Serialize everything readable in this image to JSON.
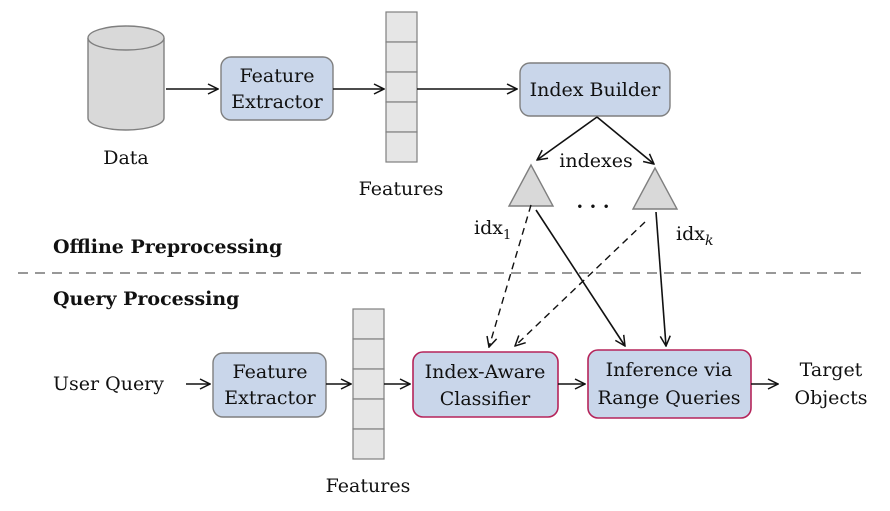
{
  "sections": {
    "offline": "Offline Preprocessing",
    "query": "Query Processing"
  },
  "offline": {
    "data_label": "Data",
    "feature_extractor": [
      "Feature",
      "Extractor"
    ],
    "features_label": "Features",
    "index_builder": "Index Builder",
    "indexes_label": "indexes",
    "ellipsis": "· · ·",
    "idx1": {
      "base": "idx",
      "sub": "1"
    },
    "idxk": {
      "base": "idx",
      "sub": "k"
    }
  },
  "query": {
    "user_query": "User Query",
    "feature_extractor": [
      "Feature",
      "Extractor"
    ],
    "features_label": "Features",
    "index_aware_classifier": [
      "Index-Aware",
      "Classifier"
    ],
    "inference": [
      "Inference via",
      "Range Queries"
    ],
    "target_objects": [
      "Target",
      "Objects"
    ]
  },
  "colors": {
    "box_fill": "#c9d6ea",
    "box_stroke": "#7f7f7f",
    "highlight_stroke": "#b5245a",
    "cylinder_fill": "#d9d9d9",
    "triangle_fill": "#d9d9d9",
    "feature_cell_fill": "#e6e6e6"
  }
}
